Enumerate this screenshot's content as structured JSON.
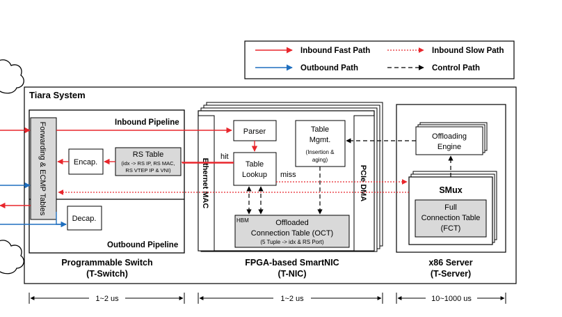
{
  "legend": {
    "inbound_fast": "Inbound Fast Path",
    "inbound_slow": "Inbound Slow Path",
    "outbound": "Outbound Path",
    "control": "Control Path"
  },
  "colors": {
    "red": "#e8262c",
    "blue": "#1f6fbf",
    "grey": "#d9d9d9",
    "black": "#000000"
  },
  "system_title": "Tiara System",
  "switch": {
    "inbound_pipeline": "Inbound Pipeline",
    "outbound_pipeline": "Outbound Pipeline",
    "fwd_tables": "Forwarding & ECMP Tables",
    "encap": "Encap.",
    "decap": "Decap.",
    "rs_table_title": "RS Table",
    "rs_table_line1": "(idx -> RS IP, RS MAC,",
    "rs_table_line2": "RS VTEP IP & VNI)",
    "name": "Programmable Switch",
    "short": "(T-Switch)",
    "latency": "1~2 us"
  },
  "nic": {
    "ethernet_mac": "Ethernet MAC",
    "pcie_dma": "PCIe DMA",
    "parser": "Parser",
    "table_lookup_1": "Table",
    "table_lookup_2": "Lookup",
    "table_mgmt_1": "Table",
    "table_mgmt_2": "Mgmt.",
    "table_mgmt_3": "(Insertion &",
    "table_mgmt_4": "aging)",
    "hit": "hit",
    "miss": "miss",
    "hbm": "HBM",
    "oct_1": "Offloaded",
    "oct_2": "Connection Table (OCT)",
    "oct_3": "(5 Tuple -> idx & RS Port)",
    "name": "FPGA-based SmartNIC",
    "short": "(T-NIC)",
    "latency": "1~2 us"
  },
  "server": {
    "offloading_1": "Offloading",
    "offloading_2": "Engine",
    "smux": "SMux",
    "fct_1": "Full",
    "fct_2": "Connection Table",
    "fct_3": "(FCT)",
    "name": "x86 Server",
    "short": "(T-Server)",
    "latency": "10~1000 us"
  }
}
